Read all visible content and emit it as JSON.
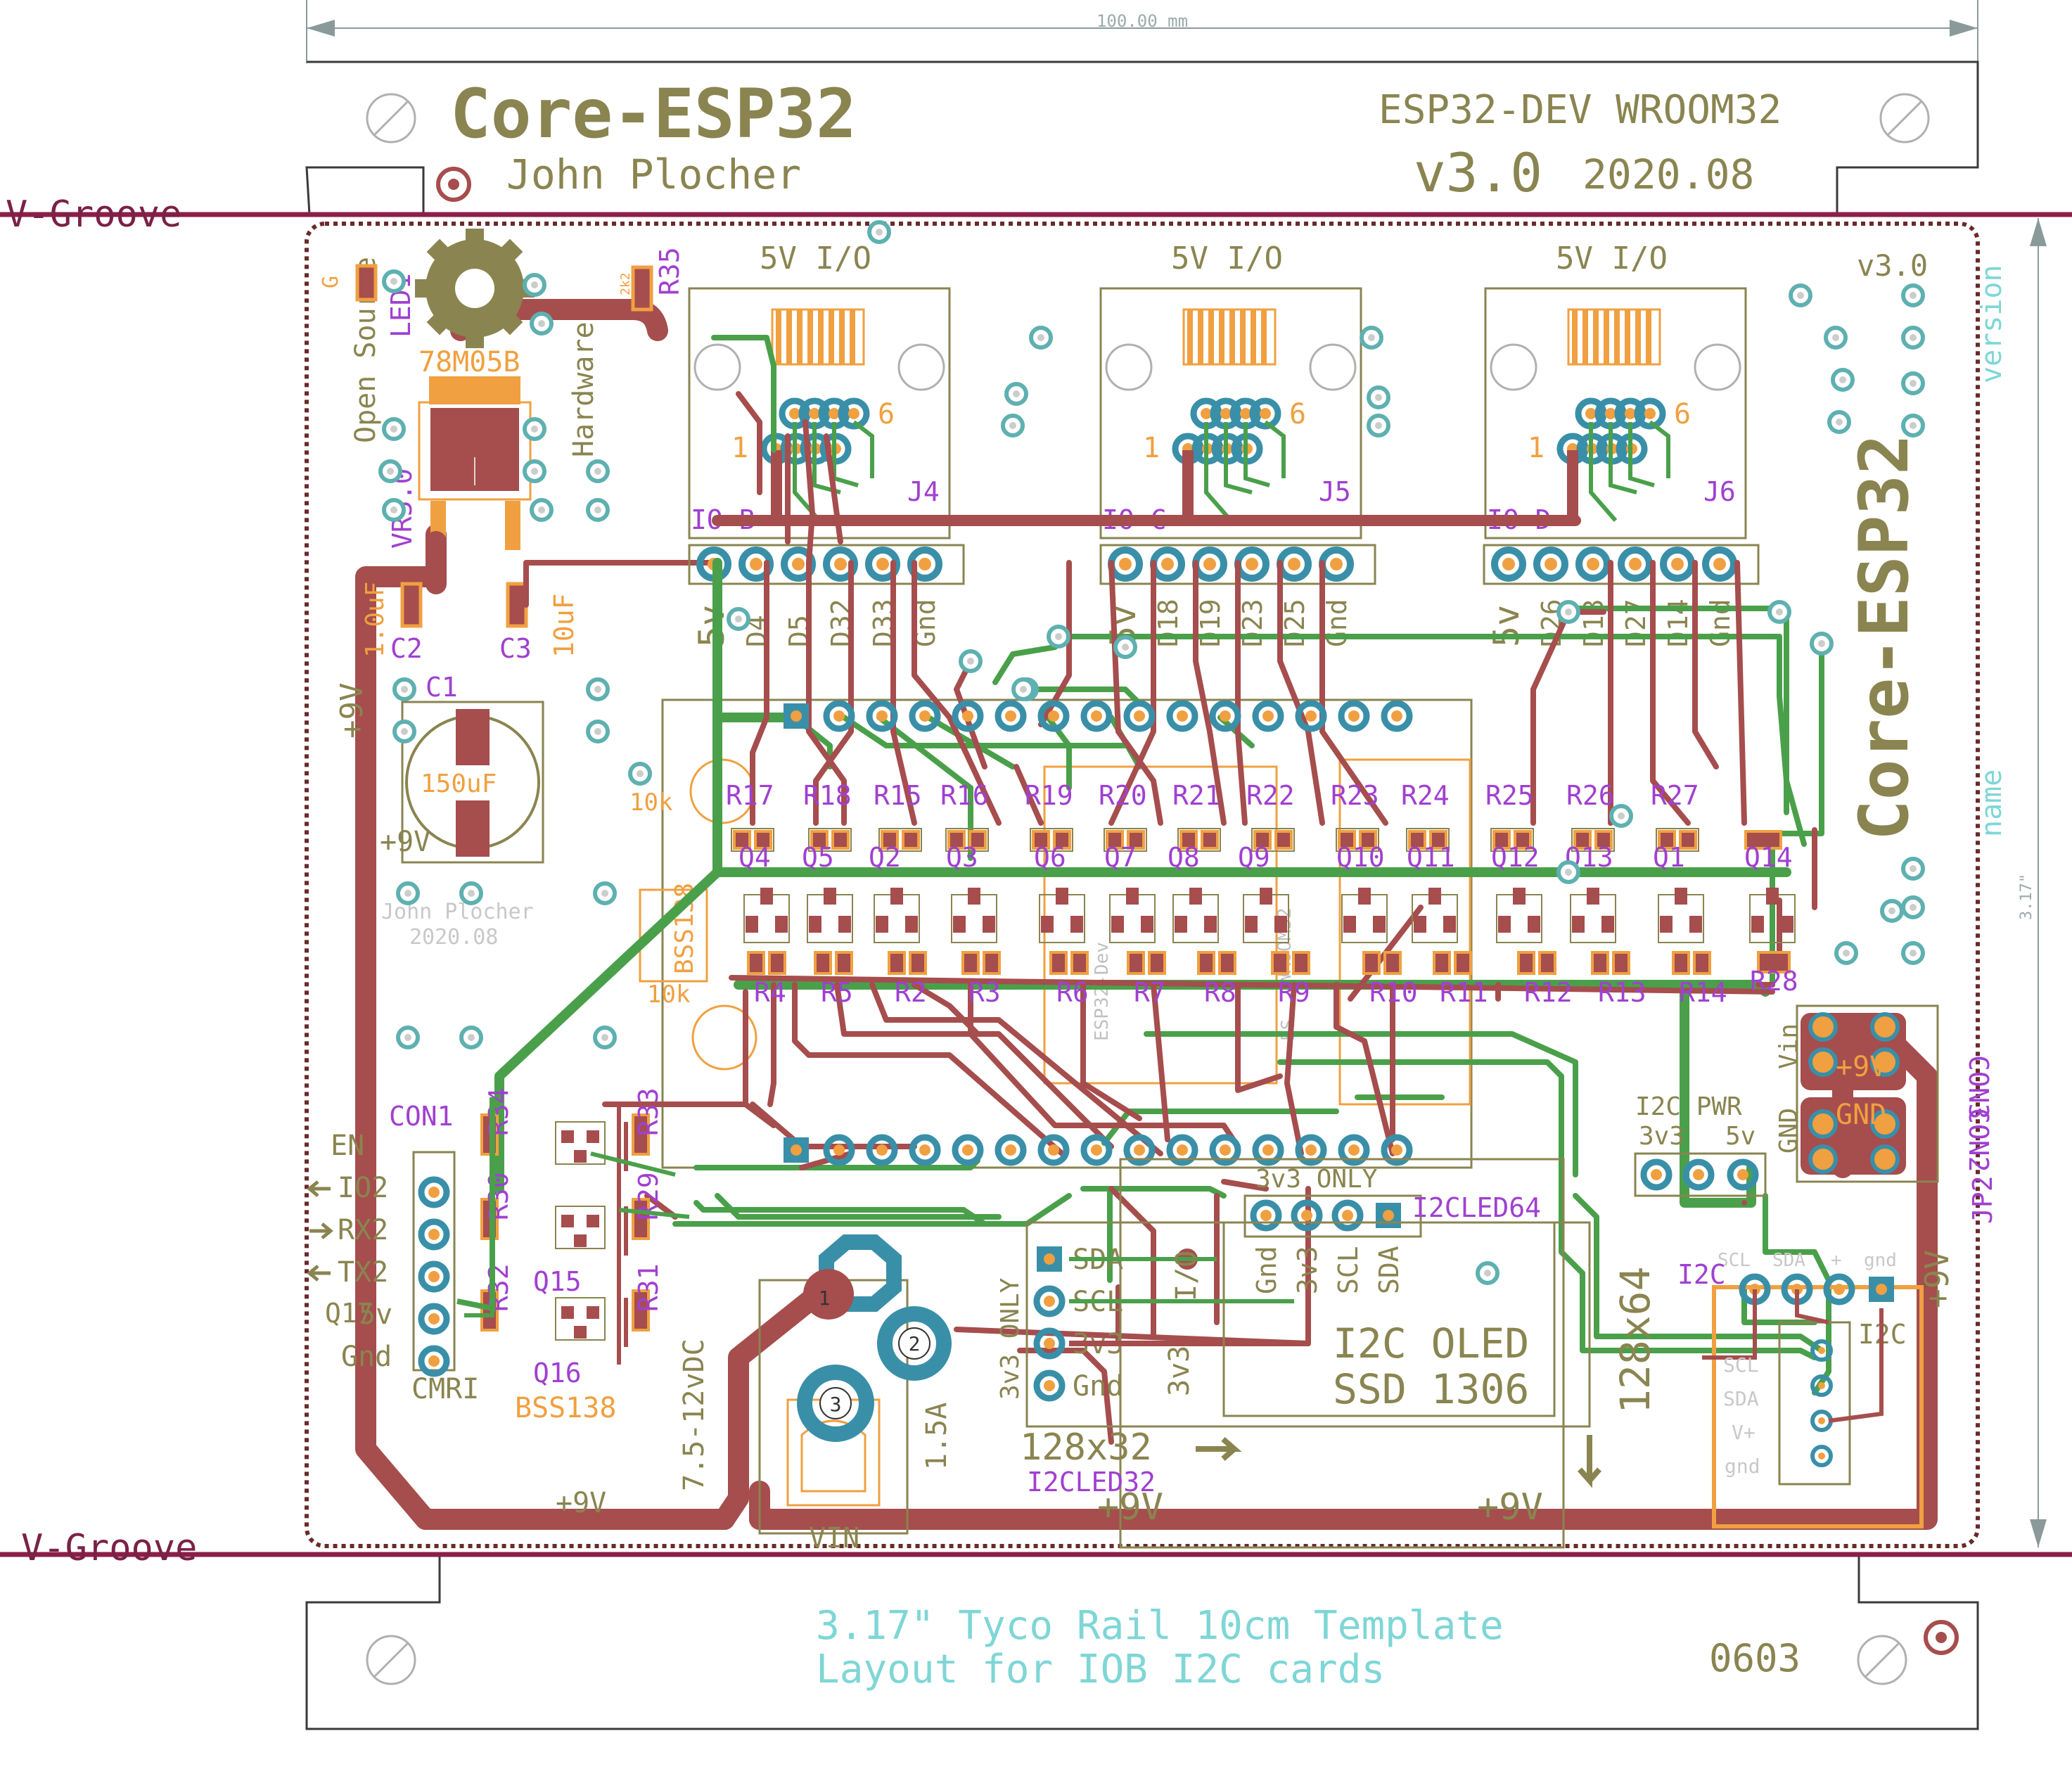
{
  "dimension": {
    "label": "100.00 mm",
    "height_label": "3.17\""
  },
  "groove": {
    "top_label": "V-Groove",
    "bottom_label": "V-Groove"
  },
  "title_strip": {
    "name": "Core-ESP32",
    "author": "John Plocher",
    "module": "ESP32-DEV WROOM32",
    "version": "v3.0",
    "date": "2020.08"
  },
  "board": {
    "side_name": "Core-ESP32",
    "version_small": "v3.0",
    "version_label": "version",
    "name_label": "name",
    "oshw": [
      "Open Source",
      "Hardware"
    ],
    "author_small": "John Plocher",
    "date_small": "2020.08",
    "misc_labels": {
      "esp32_small": "ESP32-Dev",
      "wroom_small": "WROOM32",
      "esp_small": "ES"
    }
  },
  "power": {
    "regulator": "78M05B",
    "regulator_ref": "VR5.0",
    "led": "LED1",
    "led_letter": "G",
    "c1": "C1",
    "c1_value": "150uF",
    "c2": "C2",
    "c2_value": "1.0uF",
    "c3": "C3",
    "c3_value": "10uF",
    "rail_labels": [
      "+9V",
      "+9V",
      "+9V",
      "+9V",
      "+9V",
      "+9V"
    ],
    "plus9_small": "+9V",
    "resistor_small": "2k2",
    "r35": "R35"
  },
  "rj45": [
    {
      "header": "5V I/O",
      "ref": "J4",
      "io": "IO-B",
      "pins": [
        "5v",
        "D4",
        "D5",
        "D32",
        "D33",
        "Gnd"
      ]
    },
    {
      "header": "5V I/O",
      "ref": "J5",
      "io": "IO-C",
      "pins": [
        "5v",
        "D18",
        "D19",
        "D23",
        "D25",
        "Gnd"
      ]
    },
    {
      "header": "5V I/O",
      "ref": "J6",
      "io": "IO-D",
      "pins": [
        "5v",
        "D26",
        "D13",
        "D27",
        "D14",
        "Gnd"
      ]
    }
  ],
  "pin_numbers": {
    "first": "1",
    "last": "6"
  },
  "resistor_row_top": [
    "R17",
    "R18",
    "R15",
    "R16",
    "R19",
    "R20",
    "R21",
    "R22",
    "R23",
    "R24",
    "R25",
    "R26",
    "R27"
  ],
  "q_row": [
    "Q4",
    "Q5",
    "Q2",
    "Q3",
    "Q6",
    "Q7",
    "Q8",
    "Q9",
    "Q10",
    "Q11",
    "Q12",
    "Q13",
    "Q1",
    "Q14"
  ],
  "resistor_row_bottom": [
    "R4",
    "R5",
    "R2",
    "R3",
    "R6",
    "R7",
    "R8",
    "R9",
    "R10",
    "R11",
    "R12",
    "R13",
    "R14"
  ],
  "r28": "R28",
  "ghost_parts": {
    "bss": "BSS138",
    "r_top": "10k",
    "r_bottom": "10k"
  },
  "cmri": {
    "ref": "CON1",
    "title": "CMRI",
    "pins": [
      "EN",
      "IO2",
      "RX2",
      "TX2",
      "5v",
      "Gnd"
    ],
    "transistors": [
      "Q17",
      "Q15",
      "Q16"
    ],
    "part": "BSS138",
    "resistors": [
      "R34",
      "R33",
      "R30",
      "R29",
      "R32",
      "R31"
    ]
  },
  "vin": {
    "title": "VIN",
    "range": "7.5-12vDC",
    "current": "1.5A",
    "pins": [
      "1",
      "2",
      "3"
    ]
  },
  "oled32": {
    "ref": "I2CLED32",
    "note": "3v3 ONLY",
    "pins": [
      "SDA",
      "SCL",
      "3v3",
      "Gnd"
    ],
    "size": "128x32",
    "io_label": "I/O",
    "v_label": "3v3"
  },
  "oled64": {
    "ref": "I2CLED64",
    "note": "3v3 ONLY",
    "pins": [
      "Gnd",
      "3v3",
      "SCL",
      "SDA"
    ],
    "name": "I2C OLED",
    "chip": "SSD 1306",
    "size": "128x64"
  },
  "i2c_power": {
    "title": "I2C PWR",
    "options": [
      "3v3",
      "5v"
    ],
    "ref": "JP2"
  },
  "terminal": {
    "ref1": "CON3",
    "ref2": "CON2",
    "vin": "Vin",
    "plus": "+9V",
    "gnd": "GND",
    "gnd2": "GND"
  },
  "i2c_conn": {
    "ref": "I2C",
    "ref2": "I2C",
    "top_pins": [
      "SCL",
      "SDA",
      "+",
      "gnd"
    ],
    "side_pins": [
      "SCL",
      "SDA",
      "V+",
      "gnd"
    ]
  },
  "template": {
    "line1": "3.17\" Tyco Rail 10cm Template",
    "line2": "Layout for IOB I2C cards",
    "part_size": "0603"
  }
}
